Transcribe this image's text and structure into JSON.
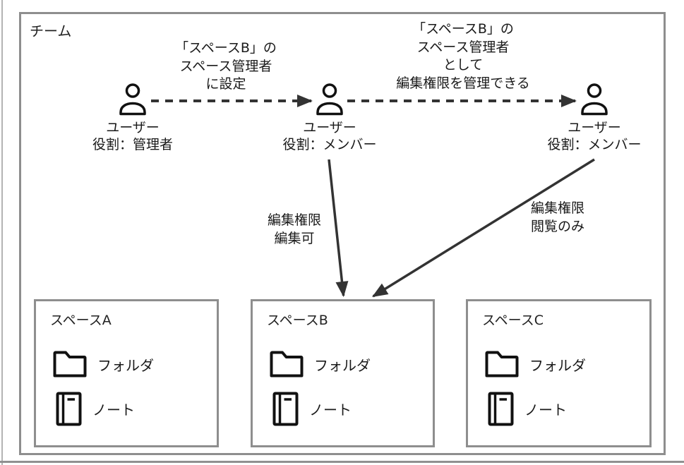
{
  "diagram": {
    "team_label": "チーム",
    "users": [
      {
        "name": "ユーザー",
        "role": "役割：管理者"
      },
      {
        "name": "ユーザー",
        "role": "役割：メンバー"
      },
      {
        "name": "ユーザー",
        "role": "役割：メンバー"
      }
    ],
    "transitions": [
      {
        "type": "dashed-arrow",
        "from": "user-admin",
        "to": "user-member-1",
        "lines": [
          "「スペースB」の",
          "スペース管理者",
          "に設定"
        ]
      },
      {
        "type": "dashed-arrow",
        "from": "user-member-1",
        "to": "user-member-2",
        "lines": [
          "「スペースB」の",
          "スペース管理者",
          "として",
          "編集権限を管理できる"
        ]
      }
    ],
    "permissions": [
      {
        "type": "solid-arrow",
        "from": "user-member-1",
        "to": "space-b",
        "lines": [
          "編集権限",
          "編集可"
        ]
      },
      {
        "type": "solid-arrow",
        "from": "user-member-2",
        "to": "space-b",
        "lines": [
          "編集権限",
          "閲覧のみ"
        ]
      }
    ],
    "spaces": [
      {
        "title": "スペースA",
        "items": [
          {
            "icon": "folder-icon",
            "label": "フォルダ"
          },
          {
            "icon": "note-icon",
            "label": "ノート"
          }
        ]
      },
      {
        "title": "スペースB",
        "items": [
          {
            "icon": "folder-icon",
            "label": "フォルダ"
          },
          {
            "icon": "note-icon",
            "label": "ノート"
          }
        ]
      },
      {
        "title": "スペースC",
        "items": [
          {
            "icon": "folder-icon",
            "label": "フォルダ"
          },
          {
            "icon": "note-icon",
            "label": "ノート"
          }
        ]
      }
    ],
    "colors": {
      "box_border": "#8e8e8e",
      "text": "#1a1a1a",
      "arrow": "#333333",
      "icon": "#111111"
    }
  }
}
